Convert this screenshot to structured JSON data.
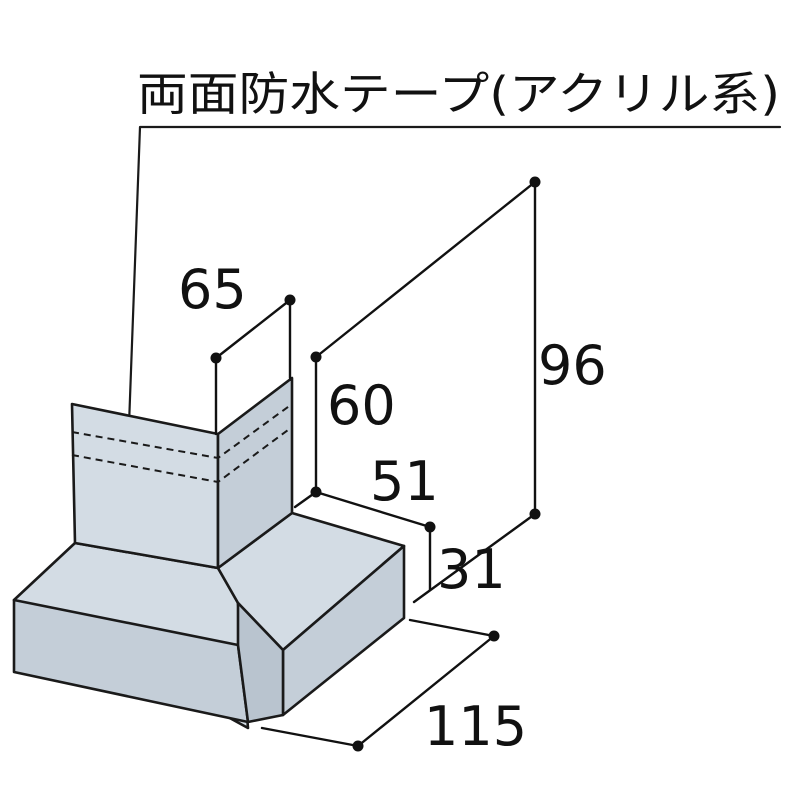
{
  "title": "両面防水テープ(アクリル系)",
  "dimensions": {
    "d65": "65",
    "d60": "60",
    "d96": "96",
    "d51": "51",
    "d31": "31",
    "d115": "115"
  }
}
